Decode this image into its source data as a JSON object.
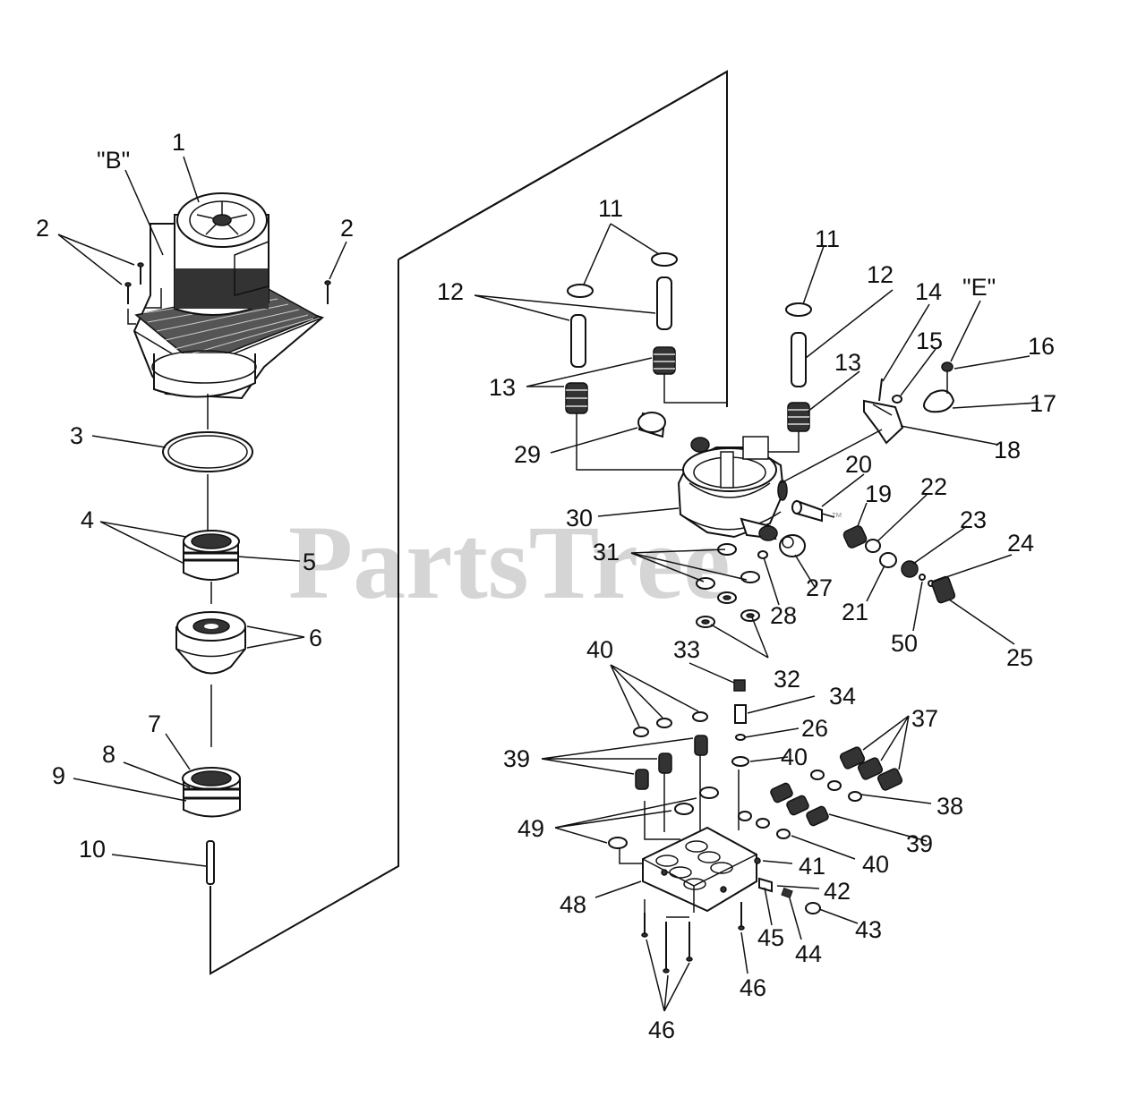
{
  "watermark": {
    "text": "PartsTree",
    "trademark": "™"
  },
  "reference_labels": {
    "b": "\"B\"",
    "e": "\"E\""
  },
  "callouts": {
    "n1": "1",
    "n2a": "2",
    "n2b": "2",
    "n3": "3",
    "n4": "4",
    "n5": "5",
    "n6": "6",
    "n7": "7",
    "n8": "8",
    "n9": "9",
    "n10": "10",
    "n11a": "11",
    "n11b": "11",
    "n12a": "12",
    "n12b": "12",
    "n13a": "13",
    "n13b": "13",
    "n14": "14",
    "n15": "15",
    "n16": "16",
    "n17": "17",
    "n18": "18",
    "n19": "19",
    "n20": "20",
    "n21": "21",
    "n22": "22",
    "n23": "23",
    "n24": "24",
    "n25": "25",
    "n26": "26",
    "n27": "27",
    "n28": "28",
    "n29": "29",
    "n30": "30",
    "n31": "31",
    "n32": "32",
    "n33": "33",
    "n34": "34",
    "n37": "37",
    "n38": "38",
    "n39a": "39",
    "n39b": "39",
    "n40a": "40",
    "n40b": "40",
    "n40c": "40",
    "n41": "41",
    "n42": "42",
    "n43": "43",
    "n44": "44",
    "n45": "45",
    "n46a": "46",
    "n46b": "46",
    "n48": "48",
    "n49": "49",
    "n50": "50"
  }
}
